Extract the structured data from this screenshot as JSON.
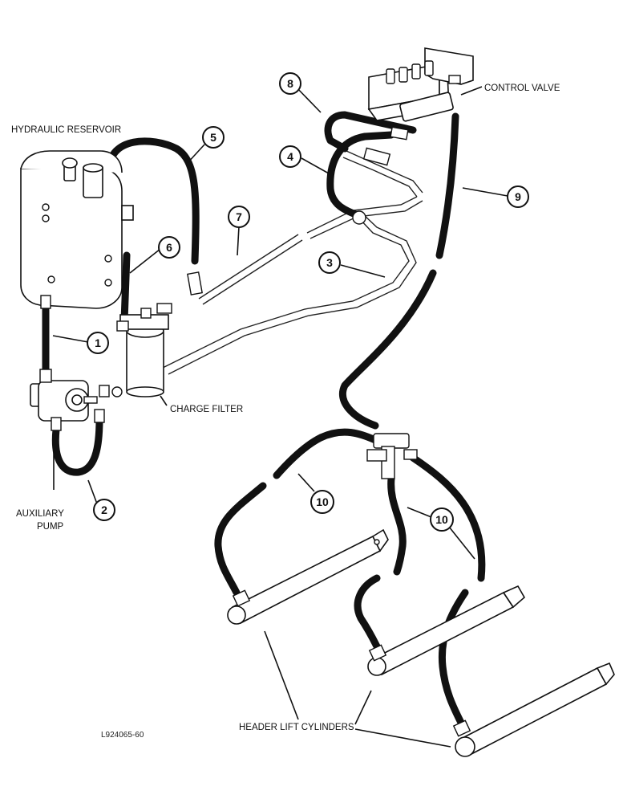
{
  "labels": {
    "hydraulic_reservoir": "HYDRAULIC RESERVOIR",
    "control_valve": "CONTROL VALVE",
    "charge_filter": "CHARGE FILTER",
    "auxiliary": "AUXILIARY",
    "pump": "PUMP",
    "header_lift_cylinders": "HEADER LIFT CYLINDERS",
    "figure_code": "L924065-60"
  },
  "callouts": [
    {
      "id": "c1",
      "number": "1"
    },
    {
      "id": "c2",
      "number": "2"
    },
    {
      "id": "c3",
      "number": "3"
    },
    {
      "id": "c4",
      "number": "4"
    },
    {
      "id": "c5",
      "number": "5"
    },
    {
      "id": "c6",
      "number": "6"
    },
    {
      "id": "c7",
      "number": "7"
    },
    {
      "id": "c8",
      "number": "8"
    },
    {
      "id": "c9",
      "number": "9"
    },
    {
      "id": "c10a",
      "number": "10"
    },
    {
      "id": "c10b",
      "number": "10"
    }
  ]
}
